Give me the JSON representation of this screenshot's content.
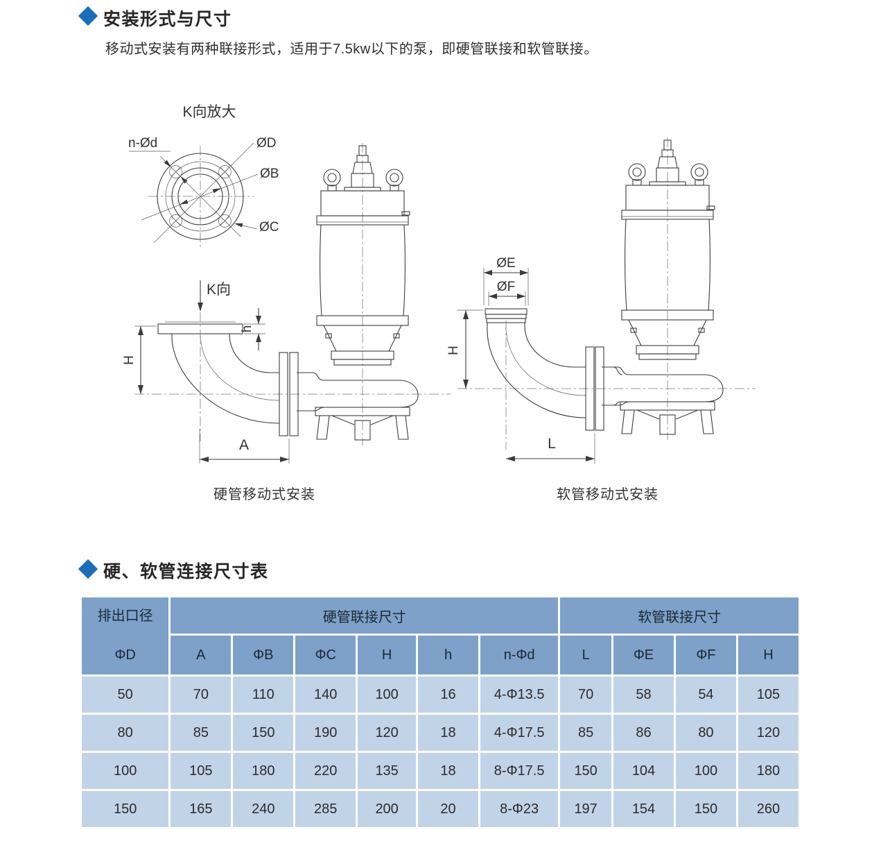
{
  "colors": {
    "accent_blue": "#1a6fba",
    "table_header_bg": "#7da1c9",
    "table_row_bg": "#c1d3e7"
  },
  "section1": {
    "title": "安装形式与尺寸",
    "description": "移动式安装有两种联接形式，适用于7.5kw以下的泵，即硬管联接和软管联接。"
  },
  "drawings": {
    "detail_view": {
      "title": "K向放大",
      "label_bolt_holes": "n-Ød",
      "label_d": "ØD",
      "label_b": "ØB",
      "label_c": "ØC"
    },
    "hard_pipe": {
      "view_arrow": "K向",
      "dim_H": "H",
      "dim_h": "h",
      "dim_A": "A",
      "caption": "硬管移动式安装"
    },
    "soft_pipe": {
      "dim_E": "ØE",
      "dim_F": "ØF",
      "dim_H": "H",
      "dim_L": "L",
      "caption": "软管移动式安装"
    }
  },
  "section2": {
    "title": "硬、软管连接尺寸表"
  },
  "table": {
    "col1_header": "排出口径",
    "col1_subheader": "ΦD",
    "group1_label": "硬管联接尺寸",
    "group1_cols": [
      "A",
      "ΦB",
      "ΦC",
      "H",
      "h",
      "n-Φd"
    ],
    "group2_label": "软管联接尺寸",
    "group2_cols": [
      "L",
      "ΦE",
      "ΦF",
      "H"
    ],
    "rows": [
      [
        "50",
        "70",
        "110",
        "140",
        "100",
        "16",
        "4-Φ13.5",
        "70",
        "58",
        "54",
        "105"
      ],
      [
        "80",
        "85",
        "150",
        "190",
        "120",
        "18",
        "4-Φ17.5",
        "85",
        "86",
        "80",
        "120"
      ],
      [
        "100",
        "105",
        "180",
        "220",
        "135",
        "18",
        "8-Φ17.5",
        "150",
        "104",
        "100",
        "180"
      ],
      [
        "150",
        "165",
        "240",
        "285",
        "200",
        "20",
        "8-Φ23",
        "197",
        "154",
        "150",
        "260"
      ]
    ]
  }
}
